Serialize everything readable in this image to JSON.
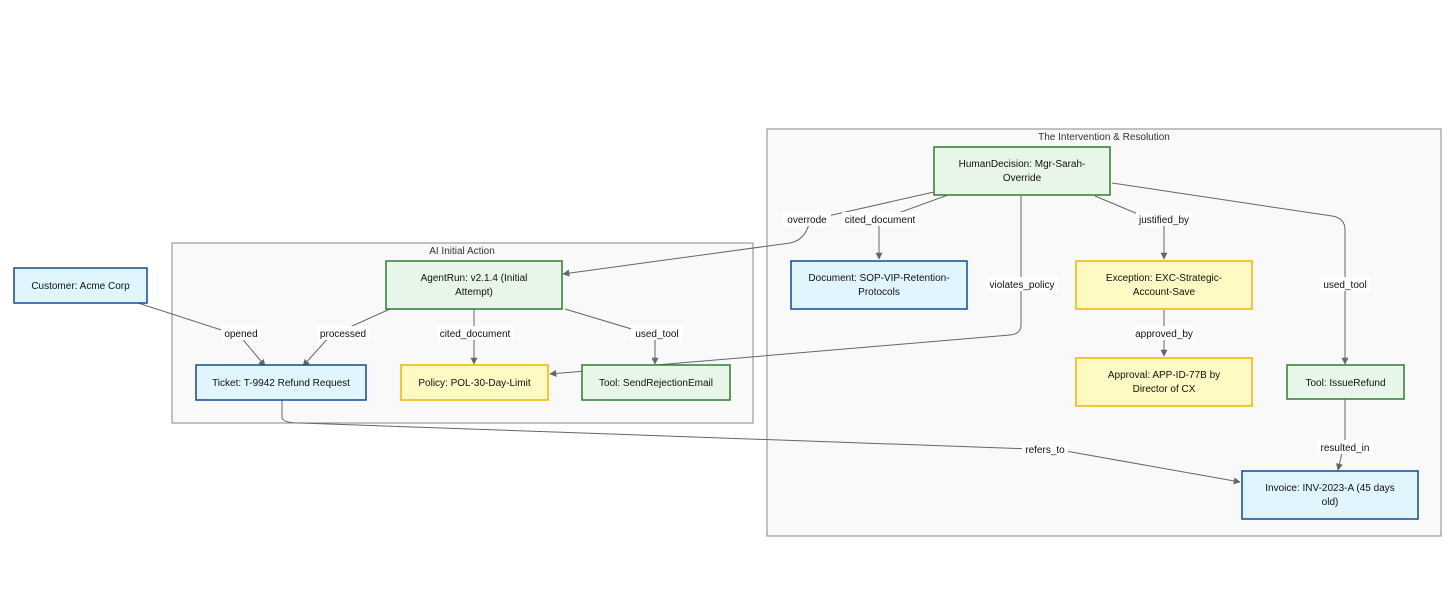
{
  "clusters": {
    "ai": {
      "title": "AI Initial Action"
    },
    "intervention": {
      "title": "The Intervention & Resolution"
    }
  },
  "nodes": {
    "customer": {
      "lines": [
        "Customer: Acme Corp"
      ]
    },
    "agent_run": {
      "lines": [
        "AgentRun: v2.1.4 (Initial",
        "Attempt)"
      ]
    },
    "ticket": {
      "lines": [
        "Ticket: T-9942 Refund Request"
      ]
    },
    "policy": {
      "lines": [
        "Policy: POL-30-Day-Limit"
      ]
    },
    "tool_reject": {
      "lines": [
        "Tool: SendRejectionEmail"
      ]
    },
    "human_decision": {
      "lines": [
        "HumanDecision: Mgr-Sarah-",
        "Override"
      ]
    },
    "document": {
      "lines": [
        "Document: SOP-VIP-Retention-",
        "Protocols"
      ]
    },
    "exception": {
      "lines": [
        "Exception: EXC-Strategic-",
        "Account-Save"
      ]
    },
    "approval": {
      "lines": [
        "Approval: APP-ID-77B by",
        "Director of CX"
      ]
    },
    "tool_refund": {
      "lines": [
        "Tool: IssueRefund"
      ]
    },
    "invoice": {
      "lines": [
        "Invoice: INV-2023-A (45 days",
        "old)"
      ]
    }
  },
  "edges": {
    "opened": "opened",
    "processed": "processed",
    "cited_document_ai": "cited_document",
    "used_tool_ai": "used_tool",
    "overrode": "overrode",
    "cited_document_hd": "cited_document",
    "violates_policy": "violates_policy",
    "justified_by": "justified_by",
    "used_tool_hd": "used_tool",
    "approved_by": "approved_by",
    "resulted_in": "resulted_in",
    "refers_to": "refers_to"
  },
  "colors": {
    "entity_blue": "#e1f5fe",
    "action_green": "#e8f5e9",
    "rule_yellow": "#fff9c4"
  }
}
